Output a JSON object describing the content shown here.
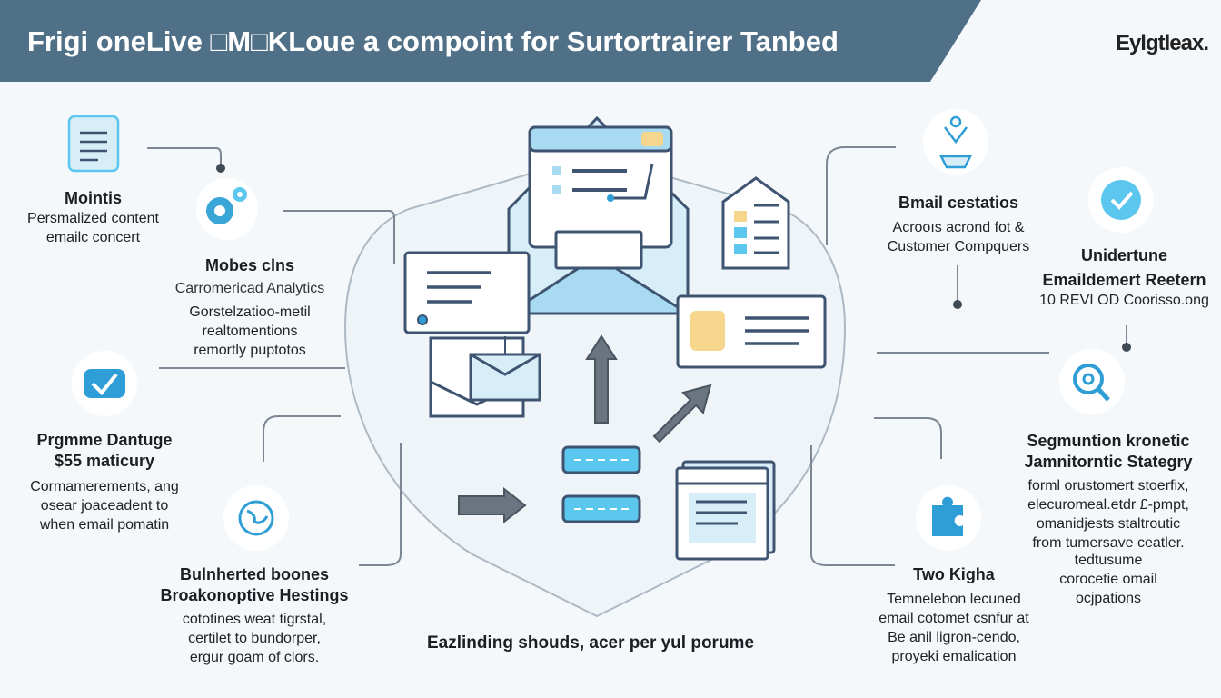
{
  "header": {
    "title": "Frigi oneLive □M□KLoue a compoint for Surtortrairer Tanbed",
    "logo": "Eylgtleax."
  },
  "left": [
    {
      "title": "Mointis",
      "lines": [
        "Persmalized content",
        "emailc concert"
      ],
      "icon": "document-icon"
    },
    {
      "title": "Mobes clns",
      "subtitle": "Carromericad Analytics",
      "lines": [
        "Gorstelzatioo-metil",
        "realtomentions",
        "remortly puptotos"
      ],
      "icon": "gears-icon"
    },
    {
      "title": "Prgmme Dantuge",
      "title2": "$55 maticury",
      "lines": [
        "Cormamerements, ang",
        "osear joaceadent to",
        "when email pomatin"
      ],
      "icon": "check-badge-icon"
    },
    {
      "title": "Bulnherted boones",
      "title2": "Broakonoptive Hestings",
      "lines": [
        "cototines weat tigrstal,",
        "certilet to bundorper,",
        "ergur goam of clors."
      ],
      "icon": "globe-icon"
    }
  ],
  "right": [
    {
      "title": "Bmail cestatios",
      "lines": [
        "Acrooıs acrond fot &",
        "Customer Compquers"
      ],
      "icon": "funnel-icon"
    },
    {
      "title": "Unidertune",
      "title2": "Emaildemert Reetern",
      "lines": [
        "10 REVI OD Coorisso.ong"
      ],
      "icon": "verified-badge-icon"
    },
    {
      "title": "Segmuntion kronetic",
      "title2": "Jamnitorntic Stategry",
      "lines": [
        "forml orustomert stoerfix,",
        "elecuromeal.etdr £-pmpt,",
        "omanidjests staltroutic",
        "from tumersave ceatler."
      ],
      "icon": "at-sign-icon"
    },
    {
      "title": "Two Kigha",
      "lines": [
        "Temnelebon lecuned",
        "email cotomet csnfur at",
        "Be anil ligron-cendo,",
        "proyeki emalication"
      ],
      "icon": "puzzle-icon"
    },
    {
      "lines": [
        "tedtusume",
        "corocetie omail",
        "ocjpations"
      ]
    }
  ],
  "bottom_caption": "Eazlinding shouds, acer per yul porume",
  "colors": {
    "header": "#4f7087",
    "accent_blue": "#5bc6ee",
    "light_blue": "#d7eef9",
    "outline": "#3f5470",
    "yellow": "#f6d58c",
    "connector": "#7c8793"
  }
}
